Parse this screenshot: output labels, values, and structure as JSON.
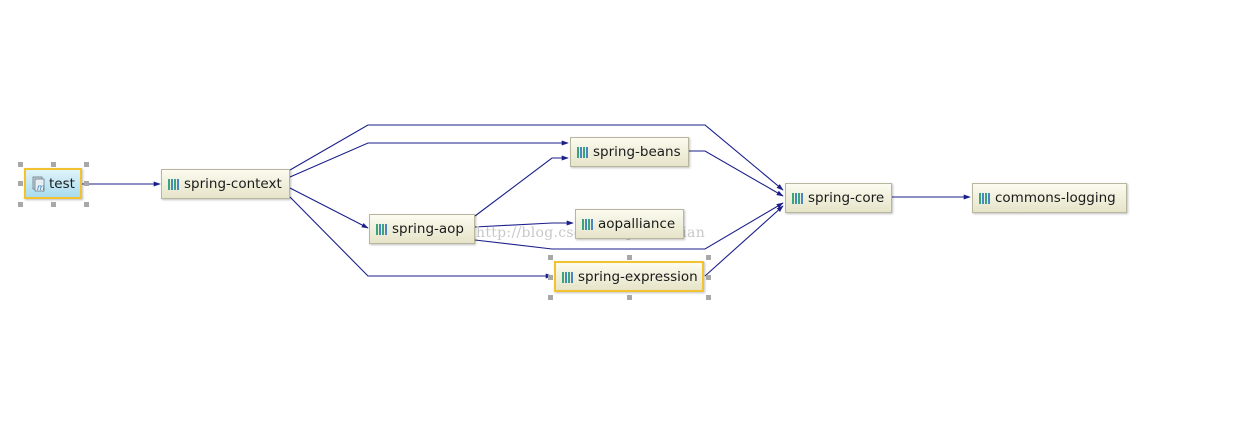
{
  "diagram": {
    "nodes": {
      "test": {
        "label": "test",
        "icon": "module-icon"
      },
      "spring_context": {
        "label": "spring-context",
        "icon": "library-icon"
      },
      "spring_aop": {
        "label": "spring-aop",
        "icon": "library-icon"
      },
      "spring_beans": {
        "label": "spring-beans",
        "icon": "library-icon"
      },
      "aopalliance": {
        "label": "aopalliance",
        "icon": "library-icon"
      },
      "spring_expression": {
        "label": "spring-expression",
        "icon": "library-icon"
      },
      "spring_core": {
        "label": "spring-core",
        "icon": "library-icon"
      },
      "commons_logging": {
        "label": "commons-logging",
        "icon": "library-icon"
      }
    },
    "edges": [
      {
        "from": "test",
        "to": "spring-context"
      },
      {
        "from": "spring-context",
        "to": "spring-core"
      },
      {
        "from": "spring-context",
        "to": "spring-beans"
      },
      {
        "from": "spring-context",
        "to": "spring-aop"
      },
      {
        "from": "spring-context",
        "to": "spring-expression"
      },
      {
        "from": "spring-aop",
        "to": "spring-beans"
      },
      {
        "from": "spring-aop",
        "to": "aopalliance"
      },
      {
        "from": "spring-aop",
        "to": "spring-core"
      },
      {
        "from": "spring-beans",
        "to": "spring-core"
      },
      {
        "from": "spring-expression",
        "to": "spring-core"
      },
      {
        "from": "spring-core",
        "to": "commons-logging"
      }
    ],
    "selected": [
      "test",
      "spring-expression"
    ],
    "edge_color": "#1b1f8a",
    "root_color": "#a9dcee",
    "selection_border_color": "#f2c230",
    "watermark": "http://blog.csdn.net/pilihaotian"
  }
}
